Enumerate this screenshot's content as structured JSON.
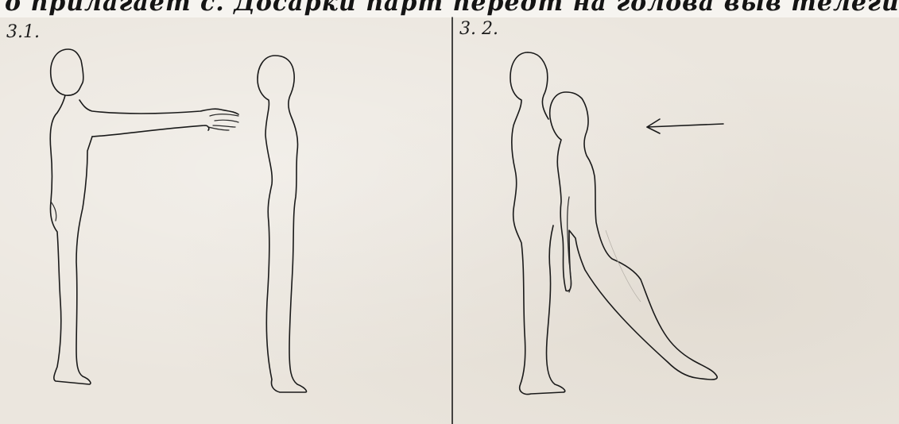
{
  "header": {
    "text": "о прилагает с. Досарки парт передт  на голова выв телеги к  обраб"
  },
  "panels": [
    {
      "label": "3.1."
    },
    {
      "label": "3. 2."
    }
  ],
  "colors": {
    "paper": "#ebe6de",
    "ink": "#1a1a1a"
  }
}
